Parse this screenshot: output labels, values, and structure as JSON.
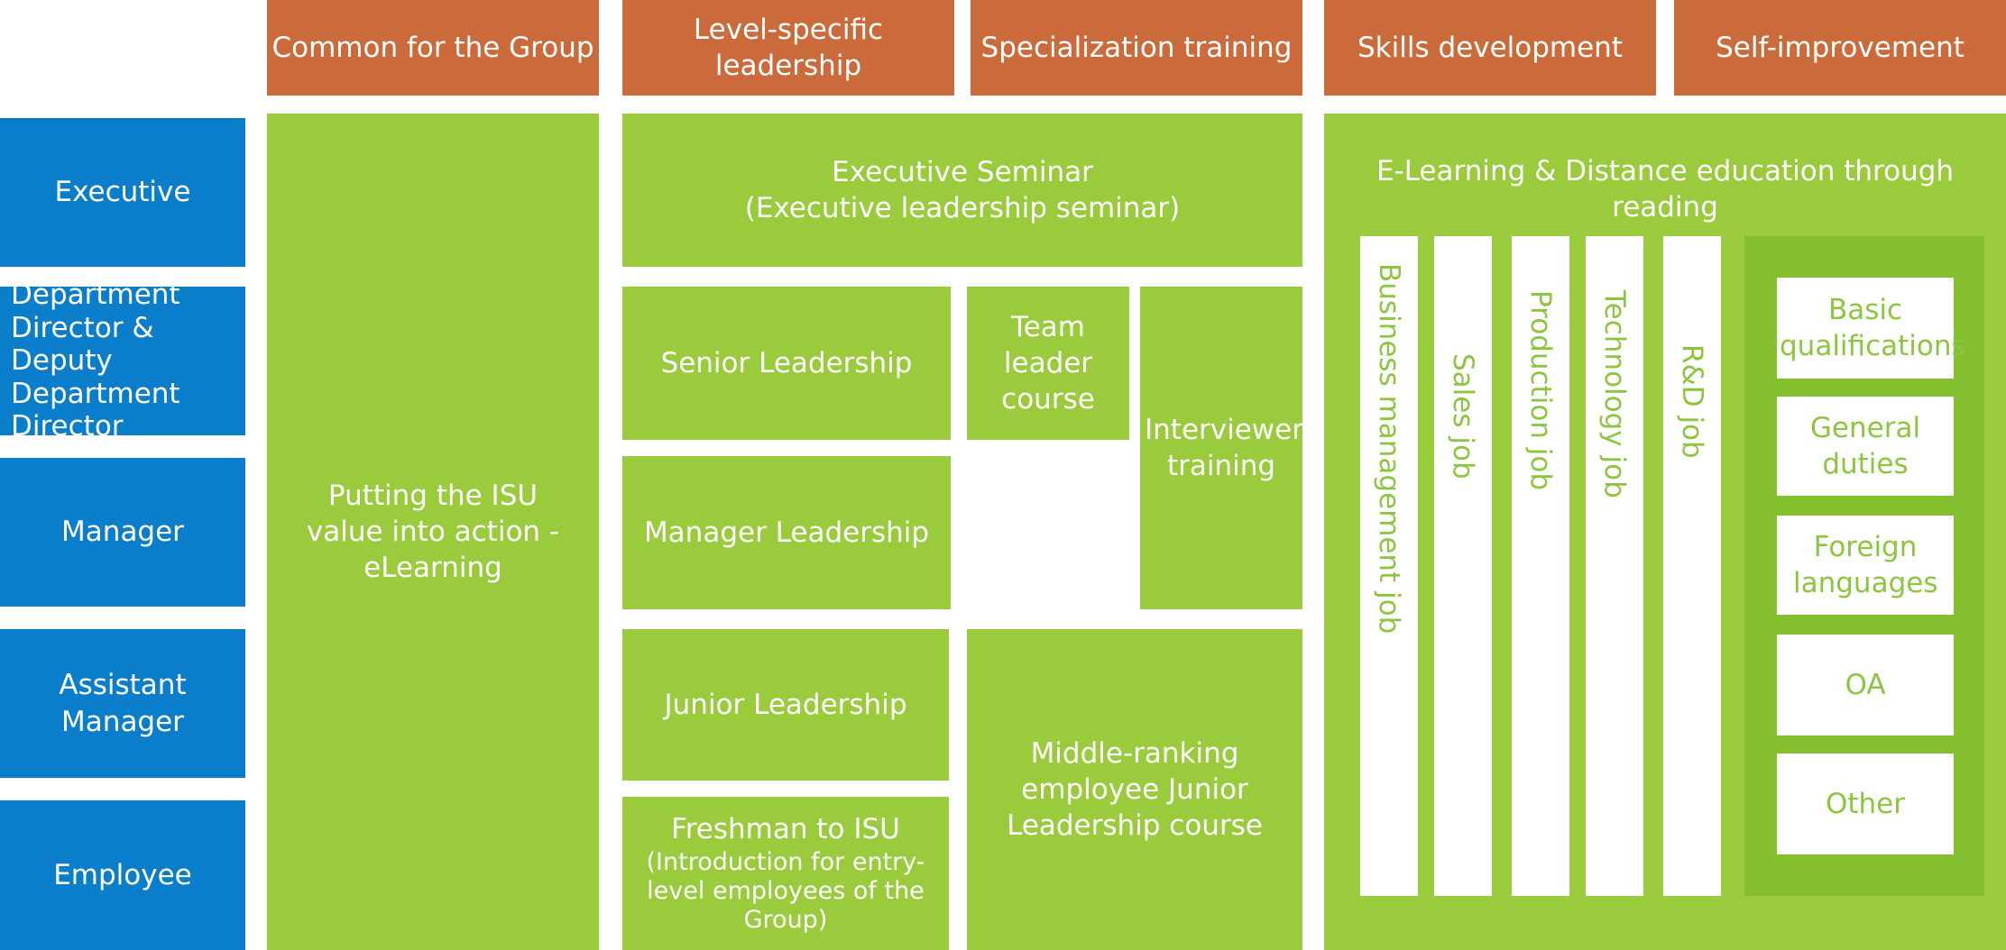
{
  "headers": [
    "Common for the Group",
    "Level-specific leadership",
    "Specialization training",
    "Skills development",
    "Self-improvement"
  ],
  "rows": [
    "Executive",
    "Department Director & Deputy Department Director",
    "Manager",
    "Assistant Manager",
    "Employee"
  ],
  "common": "Putting the ISU value into action - eLearning",
  "executive_seminar": {
    "line1": "Executive Seminar",
    "line2": "(Executive leadership seminar)"
  },
  "senior_leadership": "Senior Leadership",
  "team_leader": "Team leader course",
  "interviewer": "Interviewer training",
  "manager_leadership": "Manager Leadership",
  "junior_leadership": "Junior Leadership",
  "middle_ranking": "Middle-ranking employee Junior Leadership course",
  "freshman": {
    "title": "Freshman to ISU",
    "subtitle": "(Introduction for entry-level employees of the Group)"
  },
  "elearning": "E-Learning & Distance education through reading",
  "jobs": [
    "Business management job",
    "Sales job",
    "Production job",
    "Technology job",
    "R&D job"
  ],
  "self_items": [
    "Basic qualifications",
    "General duties",
    "Foreign languages",
    "OA",
    "Other"
  ],
  "colors": {
    "header": "#cb6b3c",
    "row": "#0b7ecb",
    "green": "#9acb3c",
    "green_dark": "#84bf30",
    "green_text": "#8cc63f"
  }
}
